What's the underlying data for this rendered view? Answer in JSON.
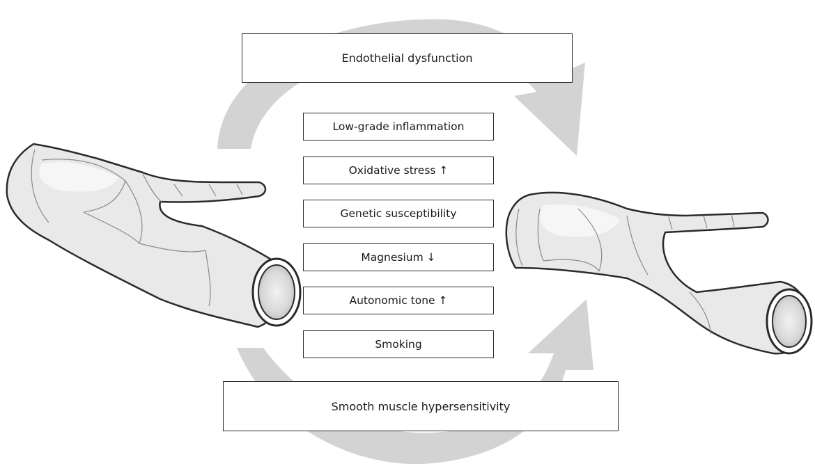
{
  "diagram": {
    "top_label": "Endothelial dysfunction",
    "bottom_label": "Smooth muscle hypersensitivity",
    "factors": [
      "Low-grade inflammation",
      "Oxidative stress ↑",
      "Genetic susceptibility",
      "Magnesium ↓",
      "Autonomic tone ↑",
      "Smoking"
    ]
  },
  "colors": {
    "arrow": "#d3d3d3",
    "vessel_fill": "#e9e9e9",
    "vessel_highlight": "#f6f6f6",
    "outline": "#2a2a2a"
  }
}
